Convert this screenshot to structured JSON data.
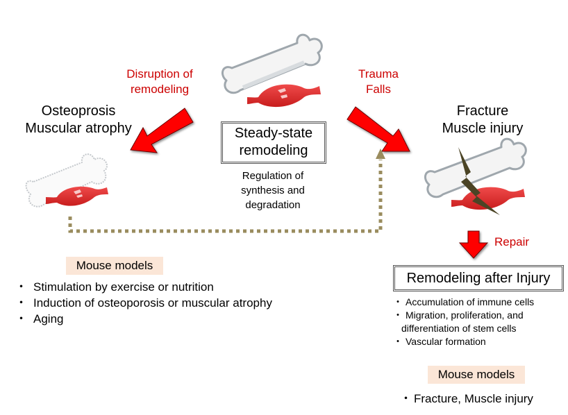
{
  "colors": {
    "arrow_red": "#ff0000",
    "label_red": "#cc0000",
    "dotted_olive": "#9a8c5e",
    "lightning": "#4b4425",
    "mouse_models_bg": "#fbe6d7",
    "muscle_red": "#e02b2b",
    "bone_fill": "#f4f4f4",
    "bone_outline": "#9fa7ad"
  },
  "center": {
    "title_line1": "Steady-state",
    "title_line2": "remodeling",
    "desc_line1": "Regulation of",
    "desc_line2": "synthesis and",
    "desc_line3": "degradation"
  },
  "left": {
    "cause_line1": "Disruption of",
    "cause_line2": "remodeling",
    "title_line1": "Osteoprosis",
    "title_line2": "Muscular atrophy",
    "mouse_models_label": "Mouse models",
    "items": [
      "Stimulation by exercise or nutrition",
      "Induction of osteoporosis or muscular atrophy",
      "Aging"
    ]
  },
  "right": {
    "cause_line1": "Trauma",
    "cause_line2": "Falls",
    "title_line1": "Fracture",
    "title_line2": "Muscle injury",
    "repair_label": "Repair",
    "box_title": "Remodeling after Injury",
    "items": [
      "Accumulation of immune cells",
      "Migration, proliferation, and",
      "differentiation of stem cells",
      "Vascular formation"
    ],
    "mouse_models_label": "Mouse models",
    "mouse_items": [
      "Fracture, Muscle injury"
    ]
  },
  "bullet_glyph": "・",
  "icons": {
    "healthy_bone_muscle": "bone-with-muscle-icon",
    "atrophic_bone_muscle": "porous-bone-with-muscle-icon",
    "fractured_bone_muscle": "fractured-bone-with-muscle-icon",
    "lightning": "lightning-bolt-icon"
  }
}
